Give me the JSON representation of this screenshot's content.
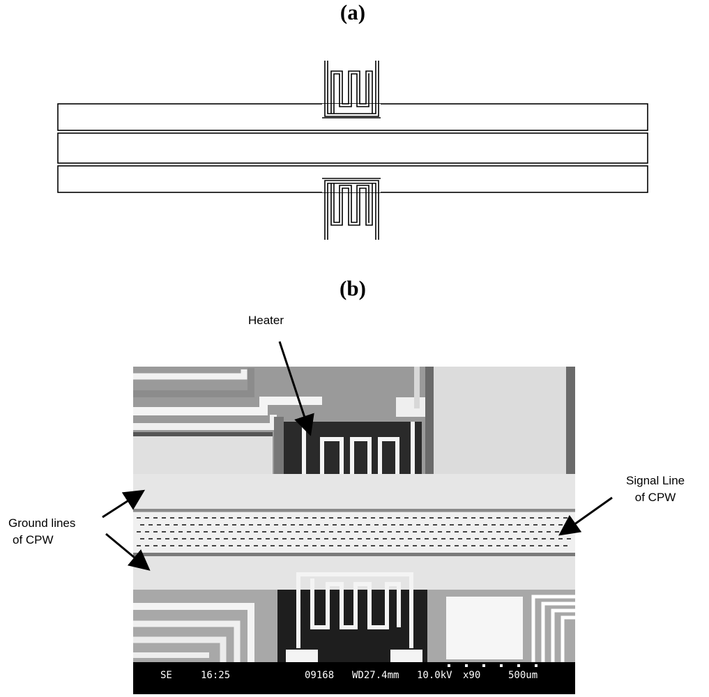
{
  "panels": {
    "a": {
      "label": "(a)"
    },
    "b": {
      "label": "(b)"
    }
  },
  "annotations": {
    "heater": "Heater",
    "ground_lines_line1": "Ground lines",
    "ground_lines_line2": "of CPW",
    "signal_line_line1": "Signal Line",
    "signal_line_line2": "of CPW"
  },
  "sem_info_bar": {
    "mode": "SE",
    "time": "16:25",
    "image_no": "09168",
    "working_distance": "WD27.4mm",
    "voltage": "10.0kV",
    "magnification": "x90",
    "scale": "500um"
  },
  "colors": {
    "line": "#000000",
    "sem_background": "#bdbdbd",
    "sem_light": "#e2e2e2",
    "sem_dark": "#1e1e1e",
    "sem_bar": "#000000"
  }
}
